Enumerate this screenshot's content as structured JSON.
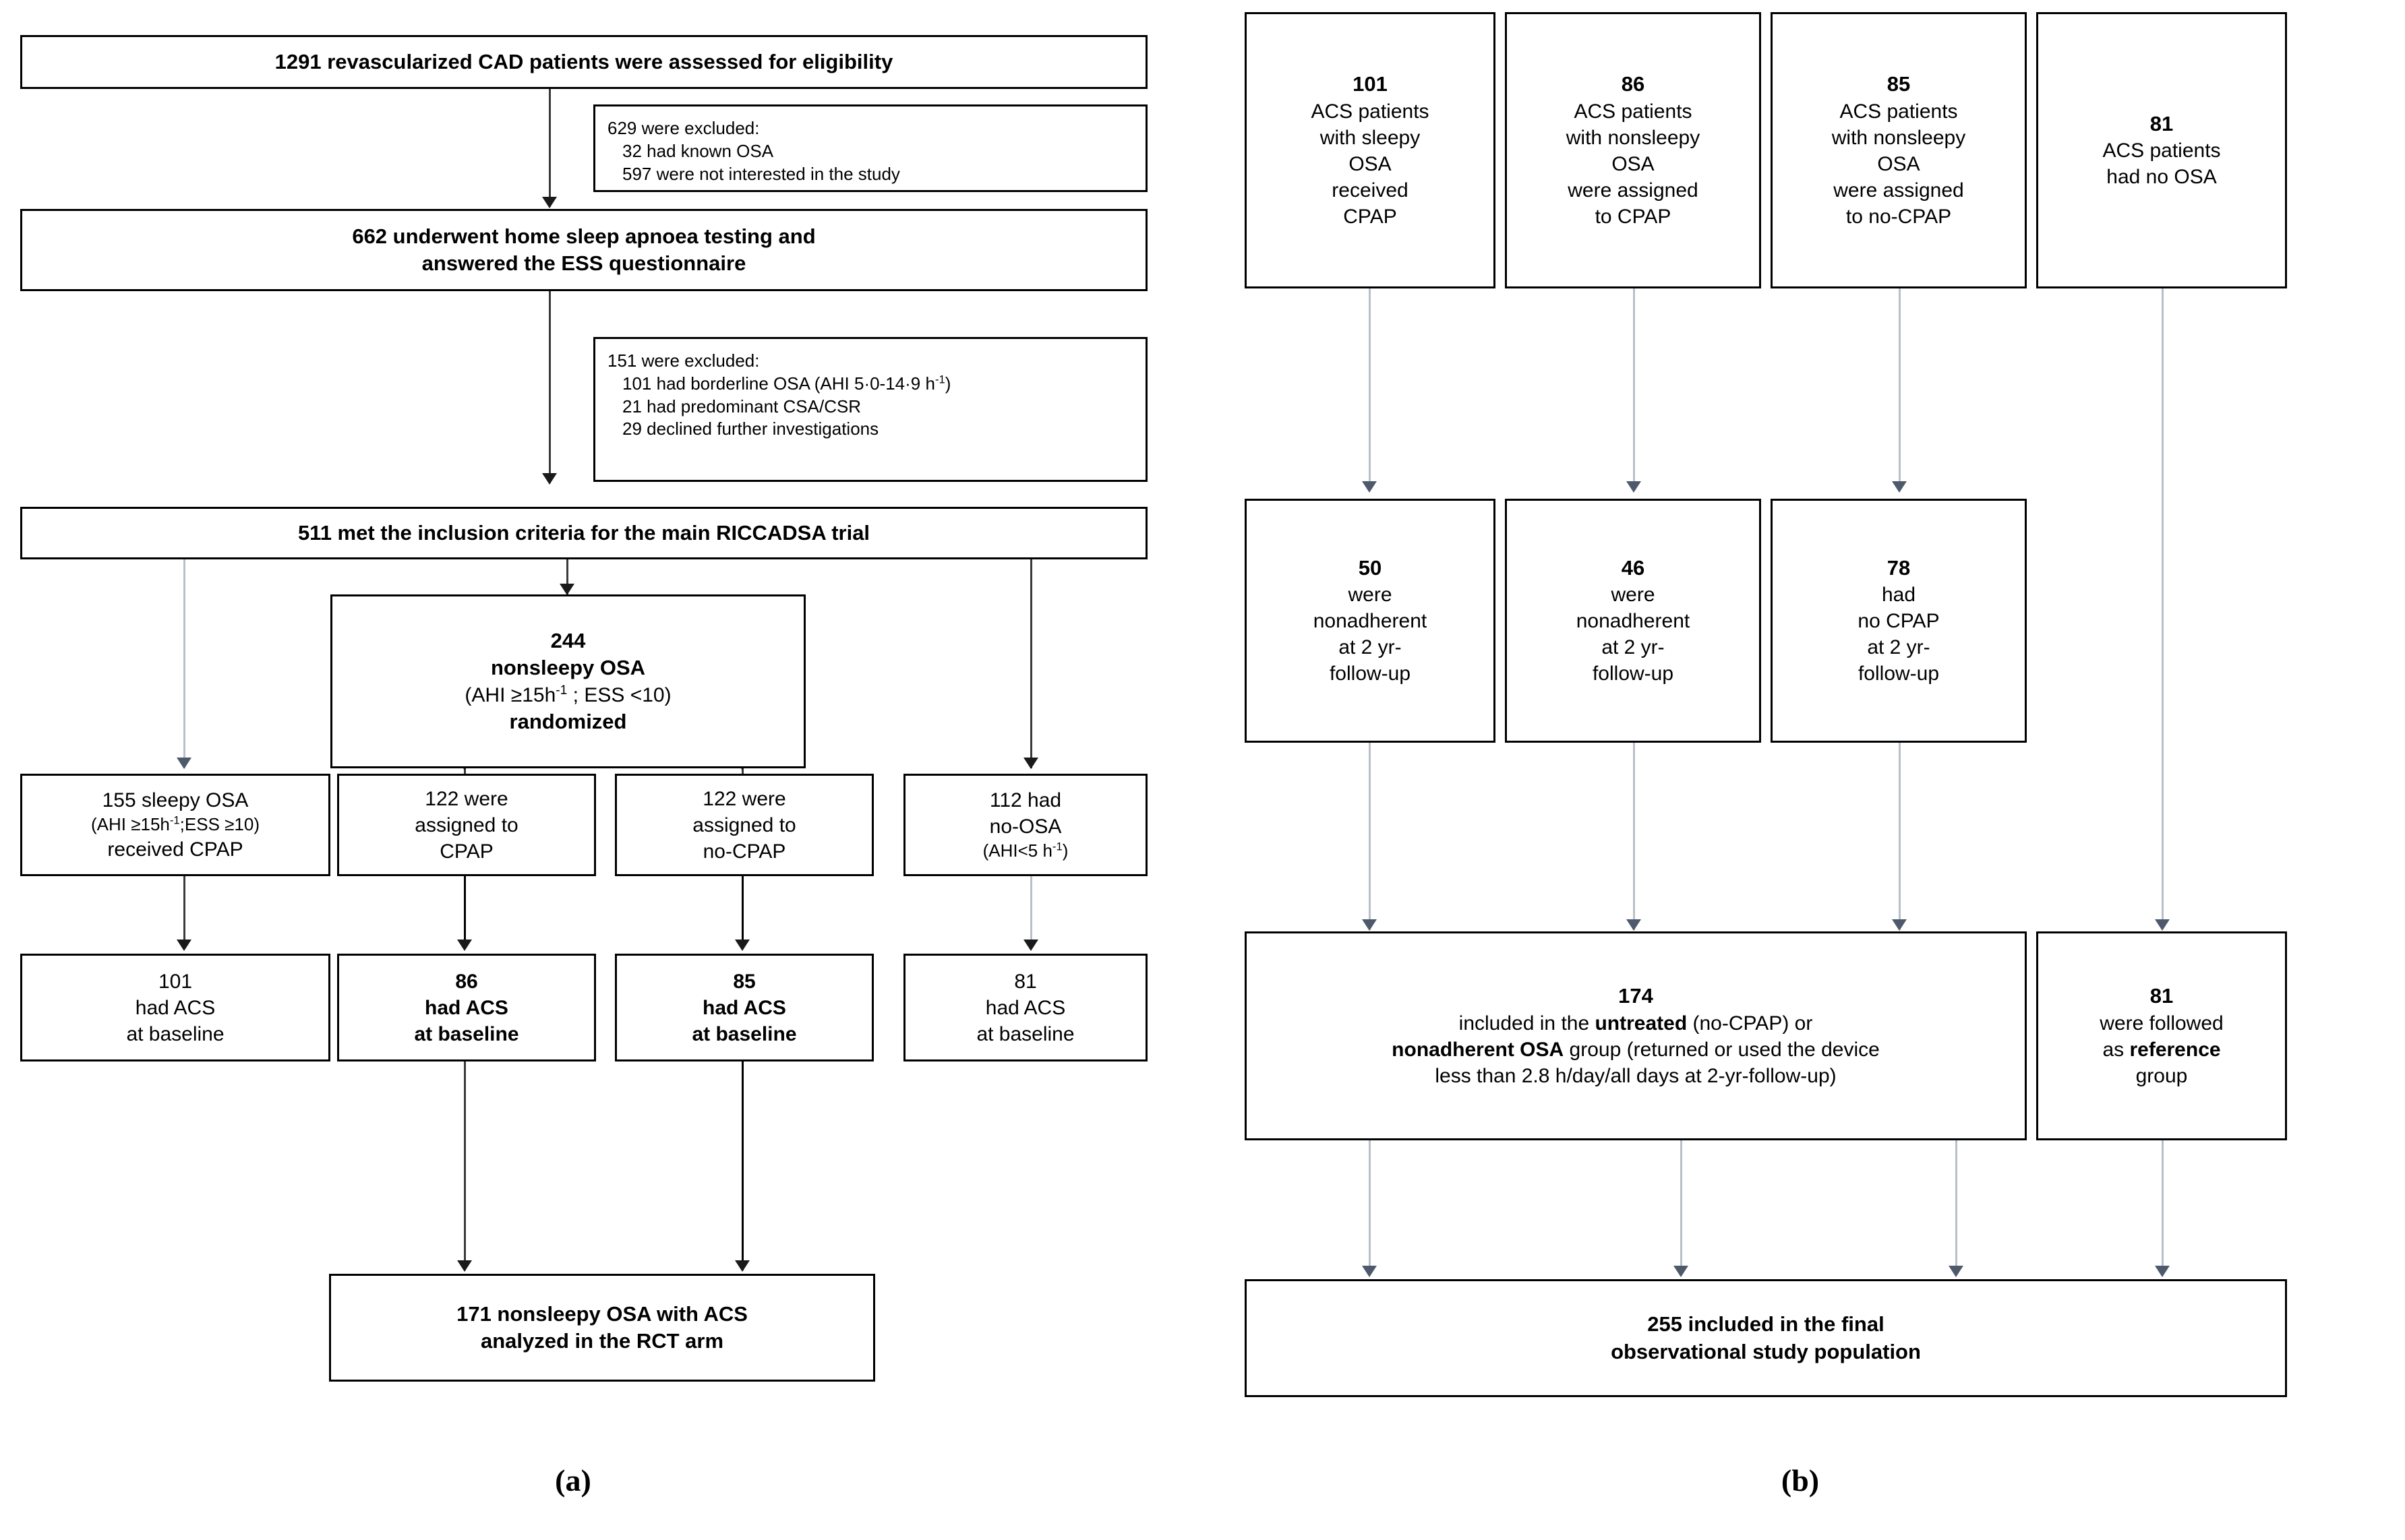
{
  "figure": {
    "panel_a_caption": "(a)",
    "panel_b_caption": "(b)"
  },
  "colors": {
    "box_border": "#000000",
    "background": "#ffffff",
    "arrow_dark": "#1a1a1a",
    "arrow_grey": "#4e5a6b",
    "line_grey": "#b9bfc9"
  },
  "panel_a": {
    "assessed": {
      "text": "1291 revascularized CAD patients were assessed for eligibility"
    },
    "excluded_1": {
      "heading": "629 were excluded:",
      "items": [
        "32 had known OSA",
        "597 were not interested in the study"
      ]
    },
    "hsat": {
      "line1": "662 underwent home sleep apnoea testing and",
      "line2": "answered the ESS questionnaire"
    },
    "excluded_2": {
      "heading": "151 were excluded:",
      "items": [
        "101 had borderline OSA (AHI 5·0-14·9 h",
        "21 had predominant CSA/CSR",
        "29 declined further investigations"
      ],
      "item1_sup": "-1",
      "item1_tail": ")"
    },
    "included": {
      "text": "511 met the inclusion criteria for the main RICCADSA trial"
    },
    "randomized": {
      "count": "244",
      "line2": "nonsleepy OSA",
      "line3_pre": "(AHI ≥15h",
      "line3_sup": "-1",
      "line3_post": " ; ESS <10)",
      "line4": "randomized"
    },
    "arms": [
      {
        "line1": "155 sleepy OSA",
        "line2_pre": "(AHI ≥15h",
        "line2_sup": "-1",
        "line2_post": ";ESS ≥10)",
        "line3": "received CPAP"
      },
      {
        "line1": "122 were",
        "line2": "assigned to",
        "line3": "CPAP"
      },
      {
        "line1": "122 were",
        "line2": "assigned to",
        "line3": "no-CPAP"
      },
      {
        "line1": "112 had",
        "line2": "no-OSA",
        "line3_pre": "(AHI<5 h",
        "line3_sup": "-1",
        "line3_post": ")"
      }
    ],
    "baseline": [
      {
        "count": "101",
        "line2": "had ACS",
        "line3": "at baseline",
        "bold": false
      },
      {
        "count": "86",
        "line2": "had ACS",
        "line3": "at baseline",
        "bold": true
      },
      {
        "count": "85",
        "line2": "had ACS",
        "line3": "at baseline",
        "bold": true
      },
      {
        "count": "81",
        "line2": "had ACS",
        "line3": "at baseline",
        "bold": false
      }
    ],
    "rct_final": {
      "line1": "171 nonsleepy OSA with ACS",
      "line2": "analyzed in the RCT arm"
    }
  },
  "panel_b": {
    "top_row": [
      {
        "count": "101",
        "lines": [
          "ACS patients",
          "with sleepy",
          "OSA",
          "received",
          "CPAP"
        ]
      },
      {
        "count": "86",
        "lines": [
          "ACS patients",
          "with nonsleepy",
          "OSA",
          "were assigned",
          "to CPAP"
        ]
      },
      {
        "count": "85",
        "lines": [
          "ACS patients",
          "with nonsleepy",
          "OSA",
          "were assigned",
          "to no-CPAP"
        ]
      },
      {
        "count": "81",
        "lines": [
          "ACS patients",
          "had no OSA"
        ]
      }
    ],
    "mid_row": [
      {
        "count": "50",
        "lines": [
          "were",
          "nonadherent",
          "at 2 yr-",
          "follow-up"
        ]
      },
      {
        "count": "46",
        "lines": [
          "were",
          "nonadherent",
          "at 2 yr-",
          "follow-up"
        ]
      },
      {
        "count": "78",
        "lines": [
          "had",
          "no CPAP",
          "at 2 yr-",
          "follow-up"
        ]
      }
    ],
    "untreated": {
      "count": "174",
      "line1_a": "included in the ",
      "line1_b": "untreated",
      "line1_c": " (no-CPAP) or",
      "line2_a": "nonadherent OSA",
      "line2_b": " group (returned or used the device",
      "line3": "less than 2.8 h/day/all days at 2-yr-follow-up)"
    },
    "reference": {
      "count": "81",
      "line2": "were followed",
      "line3_a": "as ",
      "line3_b": "reference",
      "line4": "group"
    },
    "final": {
      "line1": "255 included in the final",
      "line2": "observational study population"
    }
  }
}
